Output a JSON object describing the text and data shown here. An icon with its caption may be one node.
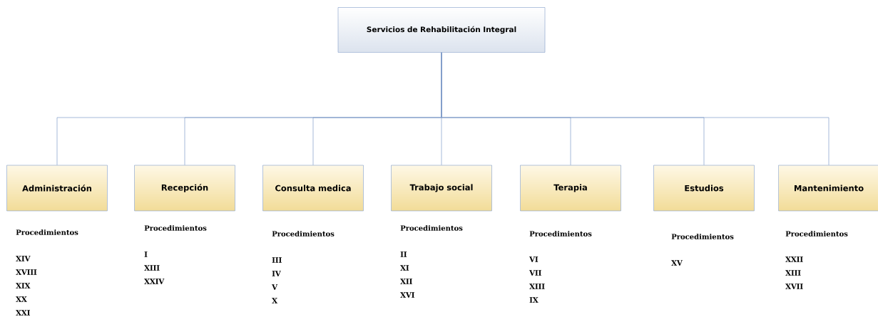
{
  "diagram": {
    "nodes": [
      {
        "text": [
          "Servicios de Rehabilitación Integral"
        ]
      },
      {
        "text": [
          "Administración"
        ],
        "beside": [
          "Procedimientos",
          "XIV",
          "XVIII",
          "XIX",
          "XX",
          "XXI"
        ]
      },
      {
        "text": [
          "Recepción"
        ],
        "beside": [
          "Procedimientos",
          "I",
          "XIII",
          "XXIV"
        ]
      },
      {
        "text": [
          "Consulta medica"
        ],
        "beside": [
          "Procedimientos",
          "III",
          "IV",
          "V",
          "X"
        ]
      },
      {
        "text": [
          "Trabajo social"
        ],
        "beside": [
          "Procedimientos",
          "II",
          "XI",
          "XII",
          "XVI"
        ]
      },
      {
        "text": [
          "Terapia"
        ],
        "beside": [
          "Procedimientos",
          "VI",
          "VII",
          "XIII",
          "IX"
        ]
      },
      {
        "text": [
          "Estudios"
        ],
        "beside": [
          "Procedimientos",
          "XV"
        ]
      },
      {
        "text": [
          "Mantenimiento"
        ],
        "beside": [
          "Procedimientos",
          "XXII",
          "XIII",
          "XVII"
        ]
      }
    ],
    "edges": [
      {
        "from": 0,
        "to": 1,
        "arrow": "none"
      },
      {
        "from": 0,
        "to": 2,
        "arrow": "none"
      },
      {
        "from": 0,
        "to": 3,
        "arrow": "none"
      },
      {
        "from": 0,
        "to": 4,
        "arrow": "none"
      },
      {
        "from": 0,
        "to": 5,
        "arrow": "none"
      },
      {
        "from": 0,
        "to": 6,
        "arrow": "none"
      },
      {
        "from": 0,
        "to": 7,
        "arrow": "none"
      }
    ]
  }
}
